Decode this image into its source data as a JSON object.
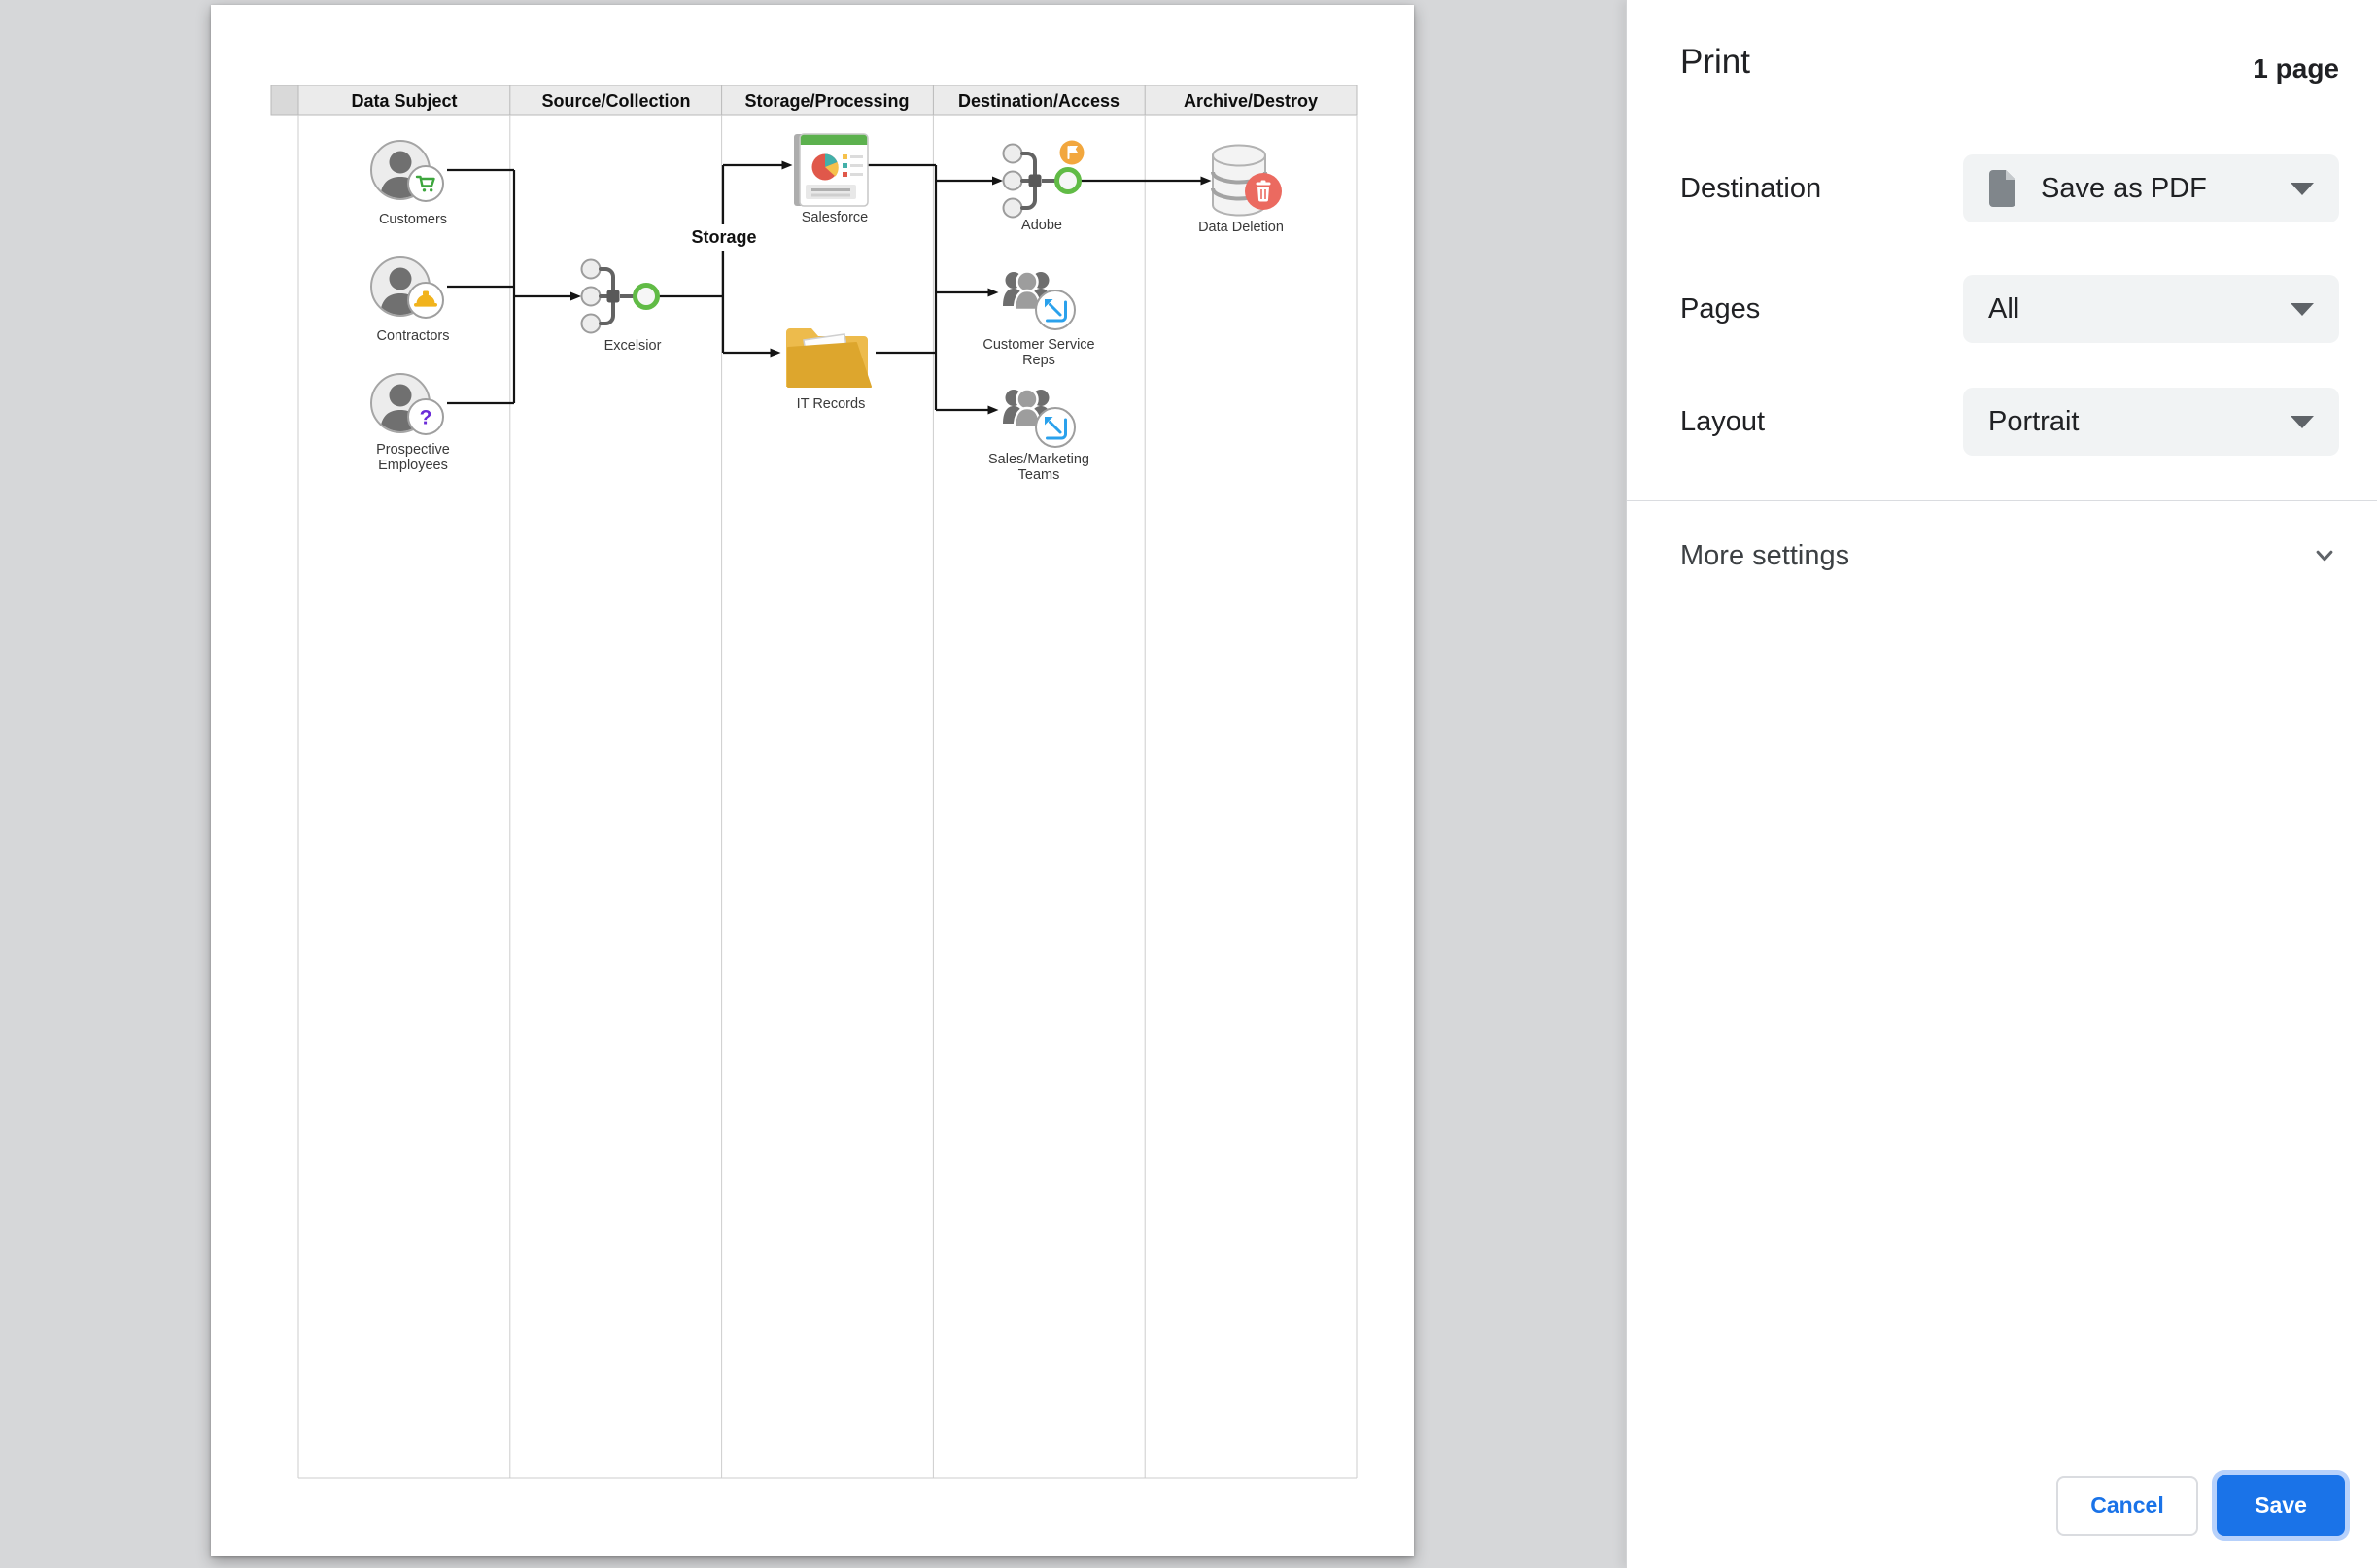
{
  "diagram": {
    "lanes": [
      "Data Subject",
      "Source/Collection",
      "Storage/Processing",
      "Destination/Access",
      "Archive/Destroy"
    ],
    "labels": {
      "customers": "Customers",
      "contractors": "Contractors",
      "prospective1": "Prospective",
      "prospective2": "Employees",
      "excelsior": "Excelsior",
      "storage": "Storage",
      "salesforce": "Salesforce",
      "it_records": "IT Records",
      "adobe": "Adobe",
      "csr1": "Customer Service",
      "csr2": "Reps",
      "smt1": "Sales/Marketing",
      "smt2": "Teams",
      "data_deletion": "Data Deletion"
    }
  },
  "panel": {
    "title": "Print",
    "page_count": "1 page",
    "fields": [
      {
        "label": "Destination",
        "value": "Save as PDF",
        "icon": "document-icon"
      },
      {
        "label": "Pages",
        "value": "All"
      },
      {
        "label": "Layout",
        "value": "Portrait"
      }
    ],
    "more_settings": "More settings",
    "buttons": {
      "cancel": "Cancel",
      "save": "Save"
    },
    "colors": {
      "accent": "#1a73e8",
      "focus_ring": "#b7d1fb",
      "select_bg": "#f1f3f4",
      "preview_bg": "#d6d7d9",
      "lane_header_bg": "#ebebeb"
    }
  }
}
